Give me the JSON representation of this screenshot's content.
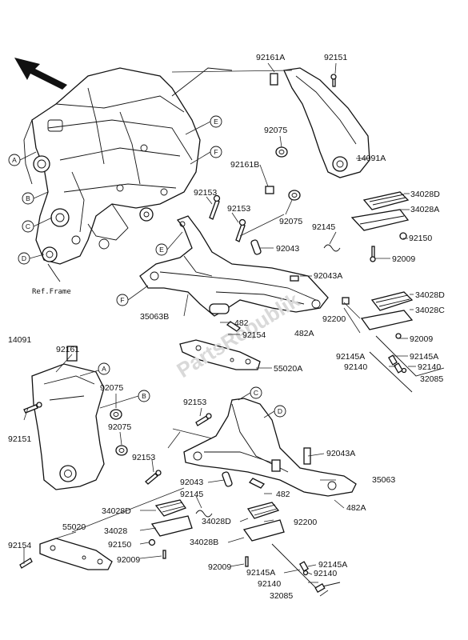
{
  "labels": {
    "p92161A": "92161A",
    "p92151_top": "92151",
    "p92075_a": "92075",
    "p14091A": "14091A",
    "p92161B": "92161B",
    "p92153_a": "92153",
    "p92153_b": "92153",
    "p92075_b": "92075",
    "p34028D_a": "34028D",
    "p34028A": "34028A",
    "p92145_a": "92145",
    "p92150_a": "92150",
    "p92043_a": "92043",
    "p92009_a": "92009",
    "p92043A_a": "92043A",
    "p35063B": "35063B",
    "p482_a": "482",
    "p92154_a": "92154",
    "p482A_a": "482A",
    "p92200_a": "92200",
    "p34028D_b": "34028D",
    "p34028C": "34028C",
    "p92009_b": "92009",
    "p92145A_a": "92145A",
    "p92145A_b": "92145A",
    "p92140_a": "92140",
    "p92140_b": "92140",
    "p32085_a": "32085",
    "p55020A": "55020A",
    "p92161": "92161",
    "p14091": "14091",
    "p92075_c": "92075",
    "p92151_b": "92151",
    "p92075_d": "92075",
    "p92153_c": "92153",
    "p92153_d": "92153",
    "p92043A_b": "92043A",
    "p92043_b": "92043",
    "p35063": "35063",
    "p92145_b": "92145",
    "p482_b": "482",
    "p34028D_c": "34028D",
    "p482A_b": "482A",
    "p34028": "34028",
    "p34028D_d": "34028D",
    "p92200_b": "92200",
    "p55020": "55020",
    "p92150_b": "92150",
    "p92154_b": "92154",
    "p34028B": "34028B",
    "p92009_c": "92009",
    "p92009_d": "92009",
    "p92145A_c": "92145A",
    "p92145A_d": "92145A",
    "p92140_c": "92140",
    "p92140_d": "92140",
    "p32085_b": "32085",
    "ref_frame": "Ref.Frame"
  },
  "callouts": {
    "a1": "A",
    "b1": "B",
    "c1": "C",
    "d1": "D",
    "e1": "E",
    "f1": "F",
    "e2": "E",
    "f2": "F",
    "a2": "A",
    "b2": "B",
    "c2": "C",
    "d2": "D"
  },
  "watermark": "PartsRepublik"
}
